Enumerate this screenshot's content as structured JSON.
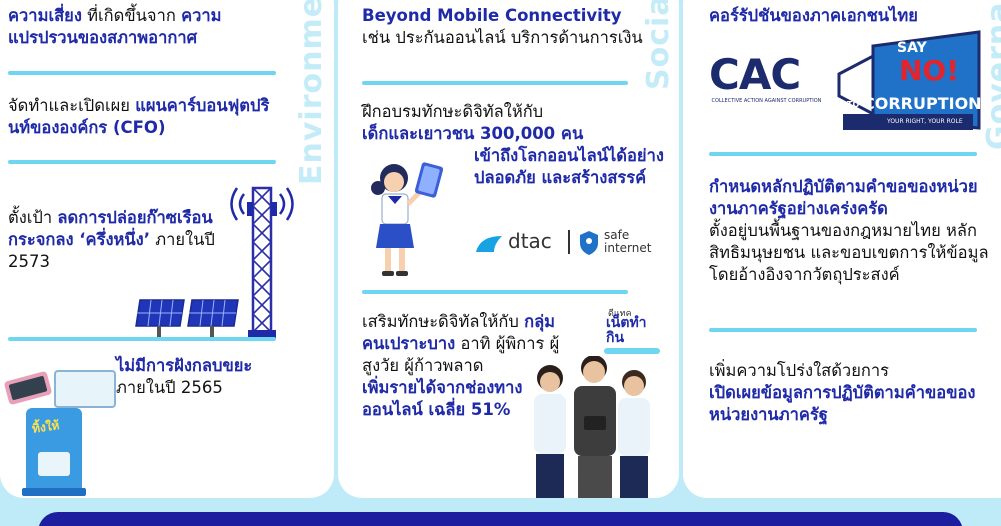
{
  "env": {
    "side_label": "Environment",
    "b1": {
      "hl1": "ความเสี่ยง",
      "t1": " ที่เกิดขึ้นจาก ",
      "hl2": "ความแปรปรวนของสภาพอากาศ"
    },
    "b2": {
      "t1": "จัดทำและเปิดเผย ",
      "hl1": "แผนคาร์บอนฟุตปรินท์ขององค์กร (CFO)"
    },
    "b3": {
      "t1": "ตั้งเป้า ",
      "hl1": "ลดการปล่อยก๊าซเรือนกระจกลง ‘ครึ่งหนึ่ง’",
      "t2": " ภายในปี 2573"
    },
    "b4": {
      "hl1": "ไม่มีการฝังกลบขยะ",
      "t1": "ภายในปี 2565"
    },
    "kiosk_label": "ทิ้งให้"
  },
  "soc": {
    "side_label": "Social",
    "b1": {
      "hl1": "Beyond Mobile Connectivity",
      "t1": "เช่น ประกันออนไลน์ บริการด้านการเงิน"
    },
    "b2": {
      "t1": "ฝึกอบรมทักษะดิจิทัลให้กับ",
      "hl1": "เด็กและเยาวชน 300,000 คน",
      "hl2": "เข้าถึงโลกออนไลน์ได้อย่างปลอดภัย และสร้างสรรค์"
    },
    "logo_dtac": "dtac",
    "logo_safe": "safe internet",
    "b3": {
      "t1": "เสริมทักษะดิจิทัลให้กับ",
      "hl1": "กลุ่มคนเปราะบาง",
      "t2": " อาทิ ผู้พิการ ผู้สูงวัย ผู้ก้าวพลาด",
      "hl2": "เพิ่มรายได้จากช่องทางออนไลน์ เฉลี่ย 51%"
    },
    "logo_net_small": "ดีแทค",
    "logo_net_main": "เน็ตทำกิน"
  },
  "gov": {
    "side_label": "Governance",
    "b1": {
      "hl1": "คอร์รัปชันของภาคเอกชนไทย"
    },
    "logo_cac": "CAC",
    "logo_cac_sub": "COLLECTIVE ACTION AGAINST CORRUPTION",
    "sayno": {
      "say": "SAY",
      "no": "NO!",
      "to": "TO",
      "corruption": "CORRUPTION",
      "tag": "YOUR RIGHT, YOUR ROLE"
    },
    "b2": {
      "hl1": "กำหนดหลักปฏิบัติตามคำขอของหน่วยงานภาครัฐอย่างเคร่งครัด",
      "t1": "ตั้งอยู่บนพื้นฐานของกฎหมายไทย หลักสิทธิมนุษยชน และขอบเขตการให้ข้อมูลโดยอ้างอิงจากวัตถุประสงค์"
    },
    "b3": {
      "t1": "เพิ่มความโปร่งใสด้วยการ",
      "hl1": "เปิดเผยข้อมูลการปฏิบัติตามคำขอของหน่วยงานภาครัฐ"
    }
  },
  "colors": {
    "accent": "#1f2aa8",
    "separator": "#6fd6f1",
    "background": "#bfeaf7",
    "bar": "#1d1d9f"
  }
}
